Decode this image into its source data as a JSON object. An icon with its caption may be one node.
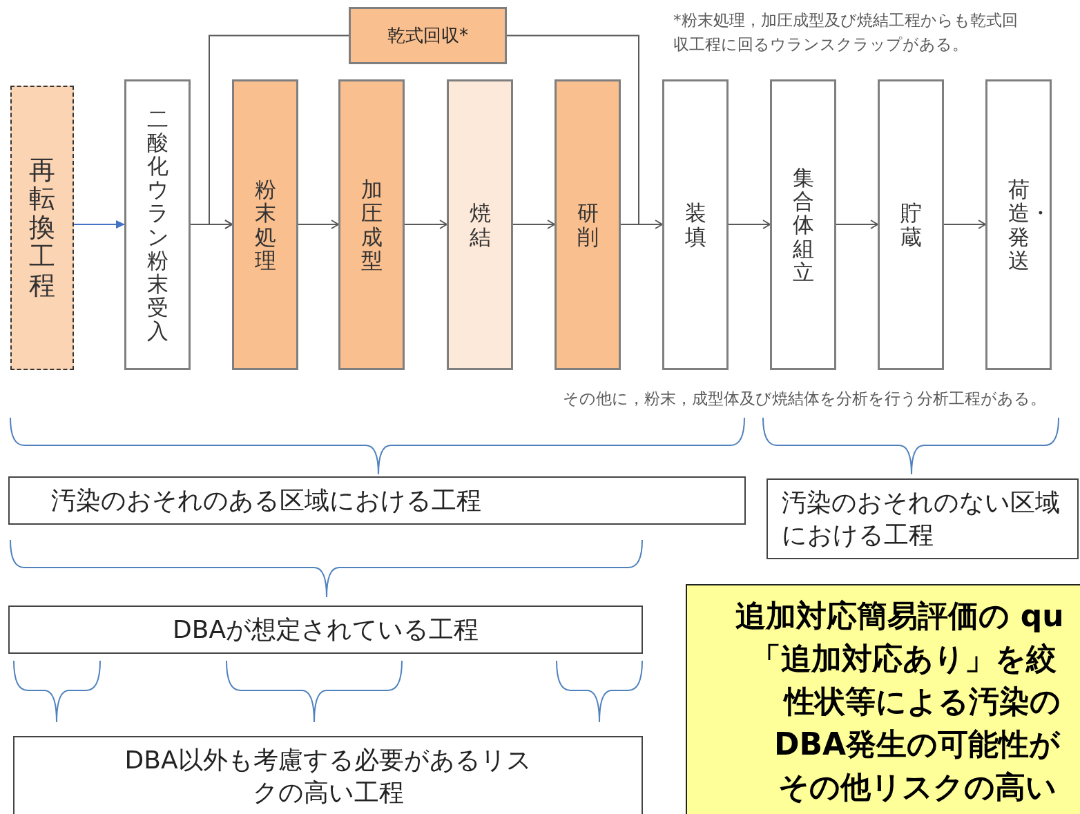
{
  "diagram": {
    "nodes": [
      {
        "text": [
          "再転換工程"
        ]
      },
      {
        "text": [
          "乾式回収*"
        ]
      },
      {
        "text": [
          "二酸化ウラン粉末受入"
        ]
      },
      {
        "text": [
          "粉末処理"
        ]
      },
      {
        "text": [
          "加圧成型"
        ]
      },
      {
        "text": [
          "焼結"
        ]
      },
      {
        "text": [
          "研削"
        ]
      },
      {
        "text": [
          "装填"
        ]
      },
      {
        "text": [
          "集合体組立"
        ]
      },
      {
        "text": [
          "貯蔵"
        ]
      },
      {
        "text": [
          "荷造・発送"
        ]
      },
      {
        "text": [
          "汚染のおそれのある区域における工程"
        ]
      },
      {
        "text": [
          "汚染のおそれのない区域における工程"
        ]
      },
      {
        "text": [
          "DBAが想定されている工程"
        ]
      },
      {
        "text": [
          "DBA以外も考慮する必要があるリスクの高い工程"
        ]
      },
      {
        "text": [
          "追加対応簡易評価の qu",
          "「追加対応あり」を絞",
          "性状等による汚染の",
          "DBA発生の可能性が",
          "その他リスクの高い"
        ]
      }
    ],
    "edges": [
      {
        "from": 0,
        "to": 2,
        "arrow": "to",
        "color": "#4472c4"
      },
      {
        "from": 2,
        "to": 3,
        "arrow": "to"
      },
      {
        "from": 3,
        "to": 4,
        "arrow": "to"
      },
      {
        "from": 4,
        "to": 5,
        "arrow": "to"
      },
      {
        "from": 5,
        "to": 6,
        "arrow": "to"
      },
      {
        "from": 6,
        "to": 7,
        "arrow": "to"
      },
      {
        "from": 7,
        "to": 8,
        "arrow": "to"
      },
      {
        "from": 8,
        "to": 9,
        "arrow": "to"
      },
      {
        "from": 9,
        "to": 10,
        "arrow": "to"
      },
      {
        "from": 1,
        "to": 3,
        "arrow": "to"
      },
      {
        "from": 6,
        "to": 1,
        "arrow": "none"
      }
    ],
    "labels": [
      "*粉末処理，加圧成型及び焼結工程からも乾式回収工程に回るウランスクラップがある。",
      "その他に，粉末，成型体及び焼結体を分析を行う分析工程がある。"
    ]
  }
}
